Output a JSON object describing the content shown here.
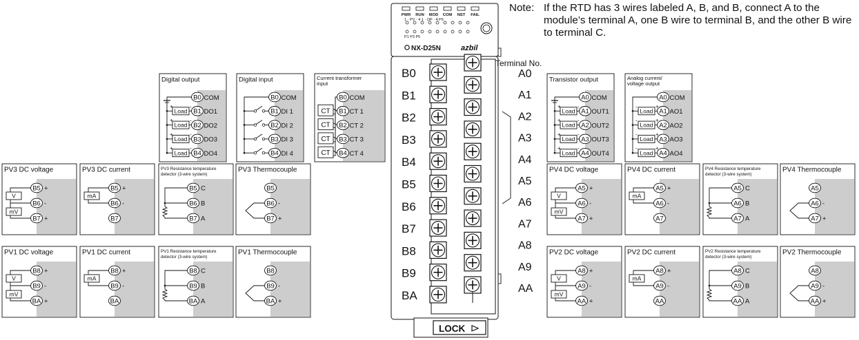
{
  "note": {
    "label": "Note:",
    "text": "If the RTD has 3 wires labeled A, B, and B, connect A to the module’s terminal A, one B wire to terminal B, and the other B wire to terminal C."
  },
  "module": {
    "model": "NX-D25N",
    "brand": "azbil",
    "lock_label": "LOCK",
    "led_labels": [
      "PWR",
      "RUN",
      "MOD",
      "COM",
      "NST",
      "FAIL"
    ],
    "status_row1": "1 · PV · 4   1 · OP · 4  P6",
    "status_row2": "P1          P3          P5",
    "terminal_heading": "Terminal No.",
    "b_terminals": [
      "B0",
      "B1",
      "B2",
      "B3",
      "B4",
      "B5",
      "B6",
      "B7",
      "B8",
      "B9",
      "BA"
    ],
    "a_terminals": [
      "A0",
      "A1",
      "A2",
      "A3",
      "A4",
      "A5",
      "A6",
      "A7",
      "A8",
      "A9",
      "AA"
    ]
  },
  "words": {
    "load": "Load",
    "ct": "CT",
    "v": "V",
    "mv": "mV",
    "ma": "mA",
    "com": "COM",
    "plus": "+",
    "minus": "-"
  },
  "blocks": {
    "digital_output": {
      "title": "Digital output",
      "terms": [
        "B0",
        "B1",
        "B2",
        "B3",
        "B4"
      ],
      "labels": [
        "COM",
        "DO1",
        "DO2",
        "DO3",
        "DO4"
      ]
    },
    "digital_input": {
      "title": "Digital input",
      "terms": [
        "B0",
        "B1",
        "B2",
        "B3",
        "B4"
      ],
      "labels": [
        "COM",
        "DI 1",
        "DI 2",
        "DI 3",
        "DI 4"
      ]
    },
    "current_transformer": {
      "title": "Current transformer input",
      "terms": [
        "B0",
        "B1",
        "B2",
        "B3",
        "B4"
      ],
      "labels": [
        "COM",
        "CT 1",
        "CT 2",
        "CT 3",
        "CT 4"
      ]
    },
    "transistor_output": {
      "title": "Transistor output",
      "terms": [
        "A0",
        "A1",
        "A2",
        "A3",
        "A4"
      ],
      "labels": [
        "COM",
        "OUT1",
        "OUT2",
        "OUT3",
        "OUT4"
      ]
    },
    "analog_output": {
      "title": "Analog current/ voltage output",
      "terms": [
        "A0",
        "A1",
        "A2",
        "A3",
        "A4"
      ],
      "labels": [
        "COM",
        "AO1",
        "AO2",
        "AO3",
        "AO4"
      ]
    },
    "pv3_dcv": {
      "title": "PV3 DC voltage",
      "terms": [
        "B5",
        "B6",
        "B7"
      ],
      "signs": [
        "+",
        "-",
        "+"
      ]
    },
    "pv3_dci": {
      "title": "PV3 DC current",
      "terms": [
        "B5",
        "B6",
        "B7"
      ],
      "signs": [
        "+",
        "-",
        ""
      ]
    },
    "pv3_rtd": {
      "title": "PV3 Resistance temperature detector (3-wire system)",
      "terms": [
        "B5",
        "B6",
        "B7"
      ],
      "signs": [
        "C",
        "B",
        "A"
      ]
    },
    "pv3_tc": {
      "title": "PV3 Thermocouple",
      "terms": [
        "B5",
        "B6",
        "B7"
      ],
      "signs": [
        "",
        "-",
        "+"
      ]
    },
    "pv1_dcv": {
      "title": "PV1 DC voltage",
      "terms": [
        "B8",
        "B9",
        "BA"
      ],
      "signs": [
        "+",
        "-",
        "+"
      ]
    },
    "pv1_dci": {
      "title": "PV1 DC current",
      "terms": [
        "B8",
        "B9",
        "BA"
      ],
      "signs": [
        "+",
        "-",
        ""
      ]
    },
    "pv1_rtd": {
      "title": "PV1 Resistance temperature detector (3-wire system)",
      "terms": [
        "B8",
        "B9",
        "BA"
      ],
      "signs": [
        "C",
        "B",
        "A"
      ]
    },
    "pv1_tc": {
      "title": "PV1 Thermocouple",
      "terms": [
        "B8",
        "B9",
        "BA"
      ],
      "signs": [
        "",
        "-",
        "+"
      ]
    },
    "pv4_dcv": {
      "title": "PV4 DC voltage",
      "terms": [
        "A5",
        "A6",
        "A7"
      ],
      "signs": [
        "+",
        "-",
        "+"
      ]
    },
    "pv4_dci": {
      "title": "PV4 DC current",
      "terms": [
        "A5",
        "A6",
        "A7"
      ],
      "signs": [
        "+",
        "-",
        ""
      ]
    },
    "pv4_rtd": {
      "title": "PV4 Resistance temperature detector (3-wire system)",
      "terms": [
        "A5",
        "A6",
        "A7"
      ],
      "signs": [
        "C",
        "B",
        "A"
      ]
    },
    "pv4_tc": {
      "title": "PV4 Thermocouple",
      "terms": [
        "A5",
        "A6",
        "A7"
      ],
      "signs": [
        "",
        "-",
        "+"
      ]
    },
    "pv2_dcv": {
      "title": "PV2 DC voltage",
      "terms": [
        "A8",
        "A9",
        "AA"
      ],
      "signs": [
        "+",
        "-",
        "+"
      ]
    },
    "pv2_dci": {
      "title": "PV2 DC current",
      "terms": [
        "A8",
        "A9",
        "AA"
      ],
      "signs": [
        "+",
        "-",
        ""
      ]
    },
    "pv2_rtd": {
      "title": "PV2 Resistance temperature detector (3-wire system)",
      "terms": [
        "A8",
        "A9",
        "AA"
      ],
      "signs": [
        "C",
        "B",
        "A"
      ]
    },
    "pv2_tc": {
      "title": "PV2 Thermocouple",
      "terms": [
        "A8",
        "A9",
        "AA"
      ],
      "signs": [
        "",
        "-",
        "+"
      ]
    }
  }
}
